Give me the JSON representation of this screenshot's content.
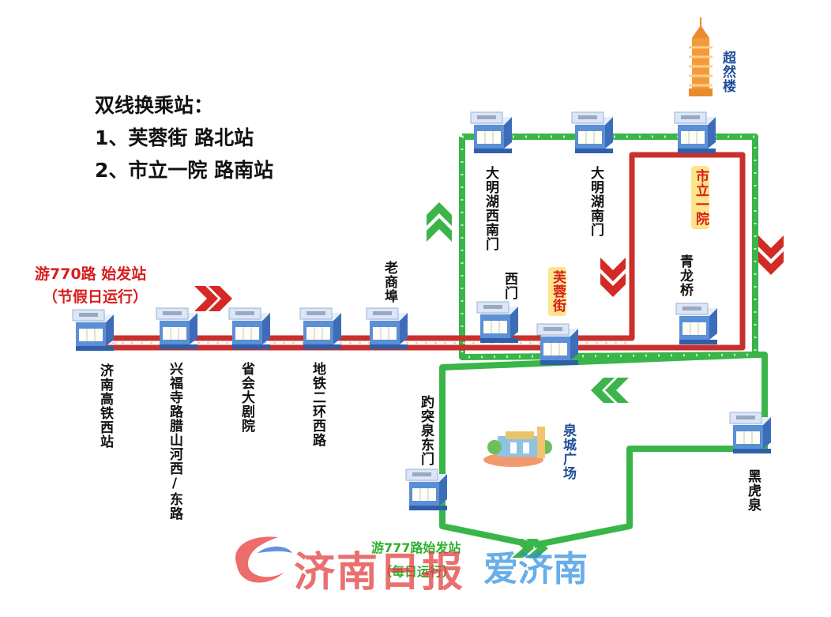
{
  "info": {
    "title": "双线换乘站：",
    "line1": "1、芙蓉街 路北站",
    "line2": "2、市立一院 路南站"
  },
  "route770": {
    "name": "游770路 始发站",
    "note": "（节假日运行）",
    "color": "#c9302c"
  },
  "route777": {
    "name": "游777路始发站",
    "note": "（每日运行）",
    "color": "#39b54a"
  },
  "stations": {
    "jinan_high_speed_west": "济南高铁西站",
    "xingfusi_road": "兴福寺路腊山河西/东路",
    "grand_theater": "省会大剧院",
    "metro_ring_west": "地铁二环西路",
    "laoshangbu": "老商埠",
    "ximen": "西门",
    "furongjie": "芙蓉街",
    "daminghu_southwest": "大明湖西南门",
    "daminghu_south": "大明湖南门",
    "shili_yiyuan": "市立一院",
    "qinglong_bridge": "青龙桥",
    "baotuquan_east": "趵突泉东门",
    "heihuquan": "黑虎泉",
    "quancheng_square": "泉城广场",
    "chaoran_tower": "超然楼"
  },
  "watermark": {
    "paper": "济南日报",
    "app": "爱济南"
  },
  "icons": [
    "station-building-icon",
    "pagoda-icon",
    "plaza-icon",
    "direction-chevron-icon",
    "newspaper-logo-icon"
  ]
}
